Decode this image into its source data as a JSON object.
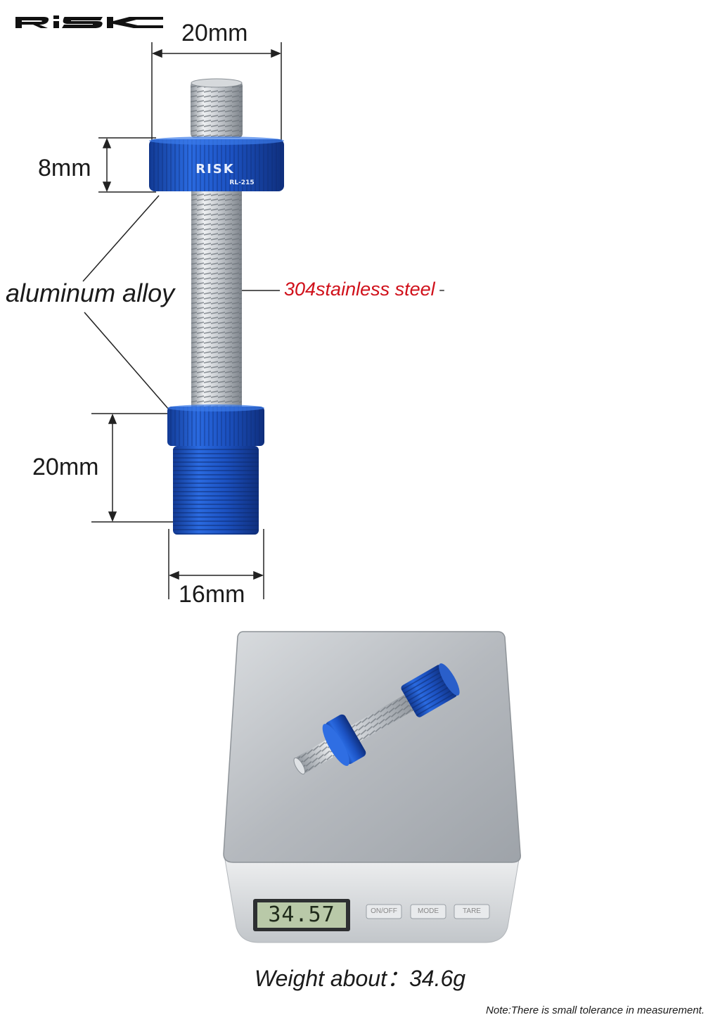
{
  "brand": {
    "logo_text": "RISK",
    "model": "RL-215"
  },
  "dimensions": {
    "top_width": "20mm",
    "nut_height": "8mm",
    "base_height": "20mm",
    "base_width": "16mm"
  },
  "materials": {
    "alloy_label": "aluminum alloy",
    "steel_label": "304stainless steel"
  },
  "scale": {
    "display_reading": "34.57",
    "buttons": [
      "ON/OFF",
      "MODE",
      "TARE"
    ]
  },
  "weight": {
    "label": "Weight about：",
    "value": "34.6g"
  },
  "note": "Note:There is small tolerance in measurement.",
  "colors": {
    "anodized_blue": "#1f55c4",
    "steel": "#c9cdd2",
    "red_label": "#d0101a",
    "lcd": "#b9c9a8"
  }
}
